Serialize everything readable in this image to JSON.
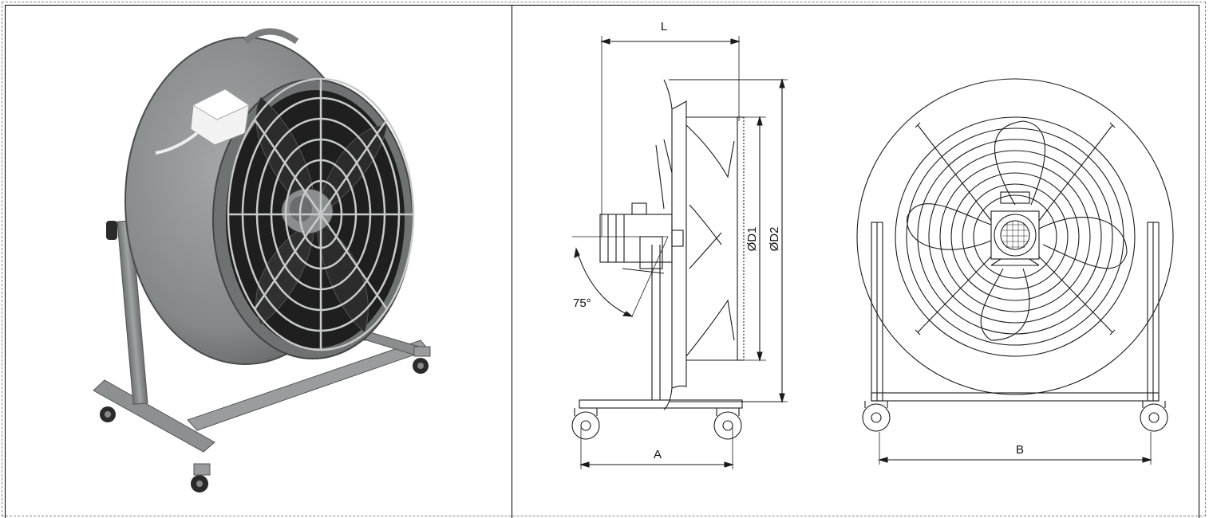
{
  "photo": {
    "subject": "mobile axial fan on wheeled stand"
  },
  "drawing": {
    "labels": {
      "L": "L",
      "D1": "ØD1",
      "D2": "ØD2",
      "angle": "75°",
      "A": "A",
      "B": "B"
    }
  },
  "colors": {
    "line": "#1a1a1a",
    "fan_grey": "#8c8f8f",
    "frame": "#000000"
  }
}
